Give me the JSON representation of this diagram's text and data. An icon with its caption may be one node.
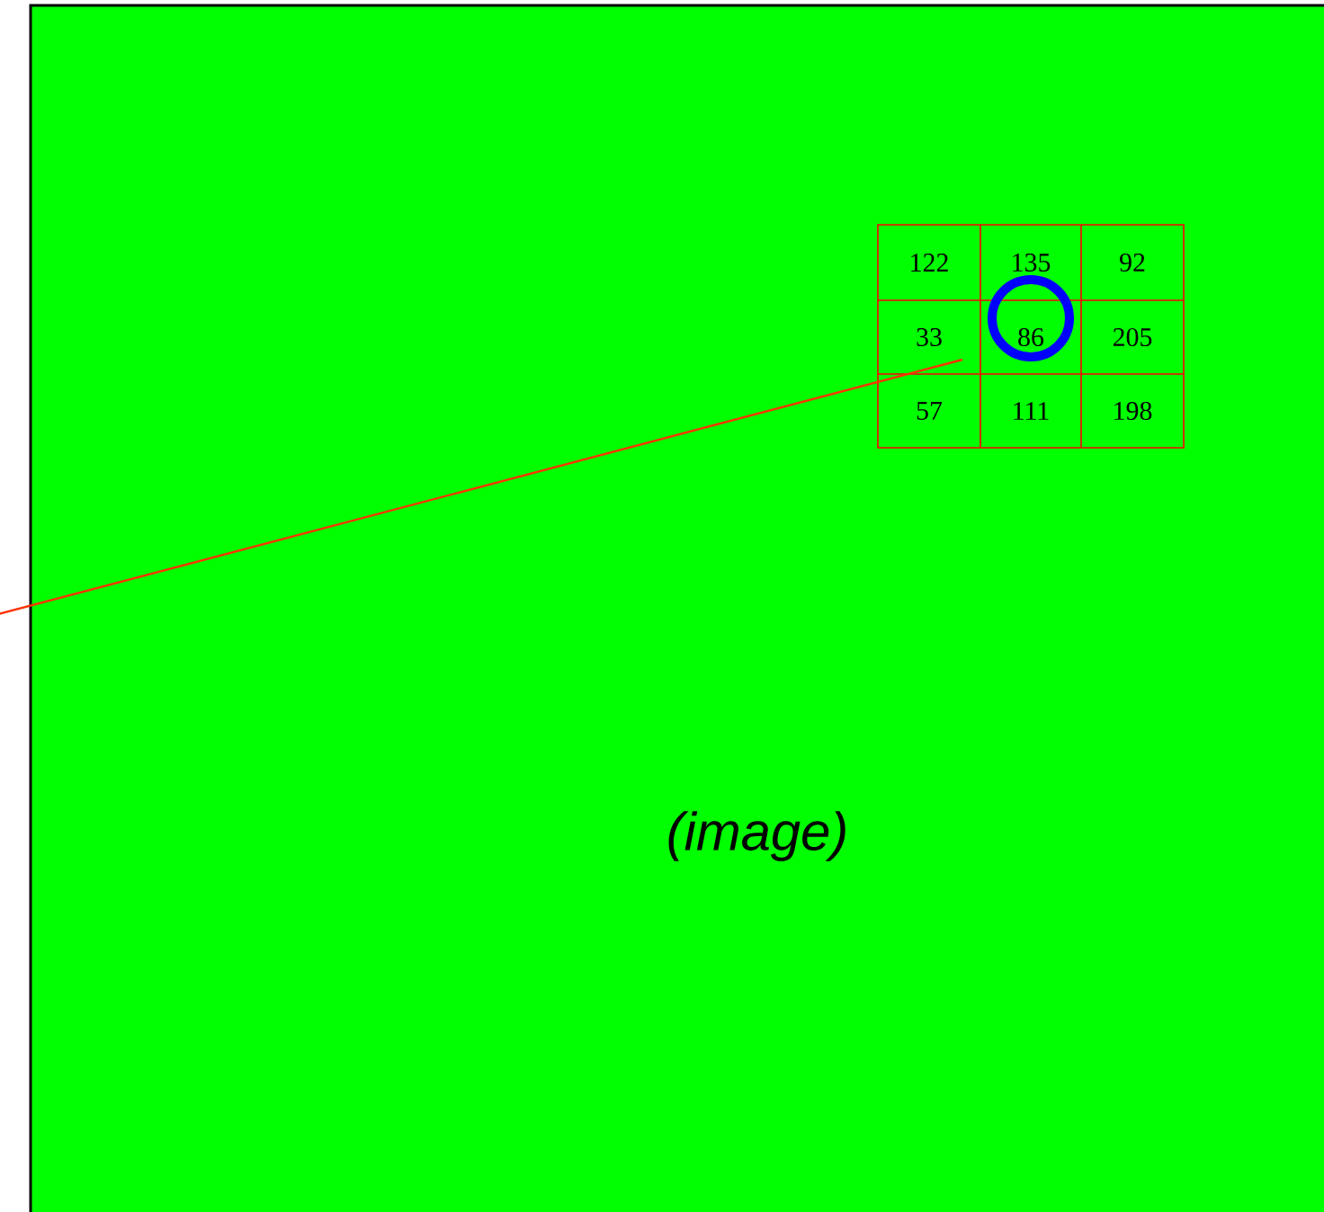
{
  "diagram": {
    "nodes": [
      {
        "text": [
          "(image)"
        ]
      },
      {
        "text": [],
        "shape": "box",
        "in": 0
      }
    ],
    "edges": [
      {
        "from": null,
        "to": 1,
        "arrow": "none"
      }
    ],
    "labels": [
      "122",
      "135",
      "92",
      "33",
      "86",
      "205",
      "57",
      "111",
      "198"
    ]
  }
}
